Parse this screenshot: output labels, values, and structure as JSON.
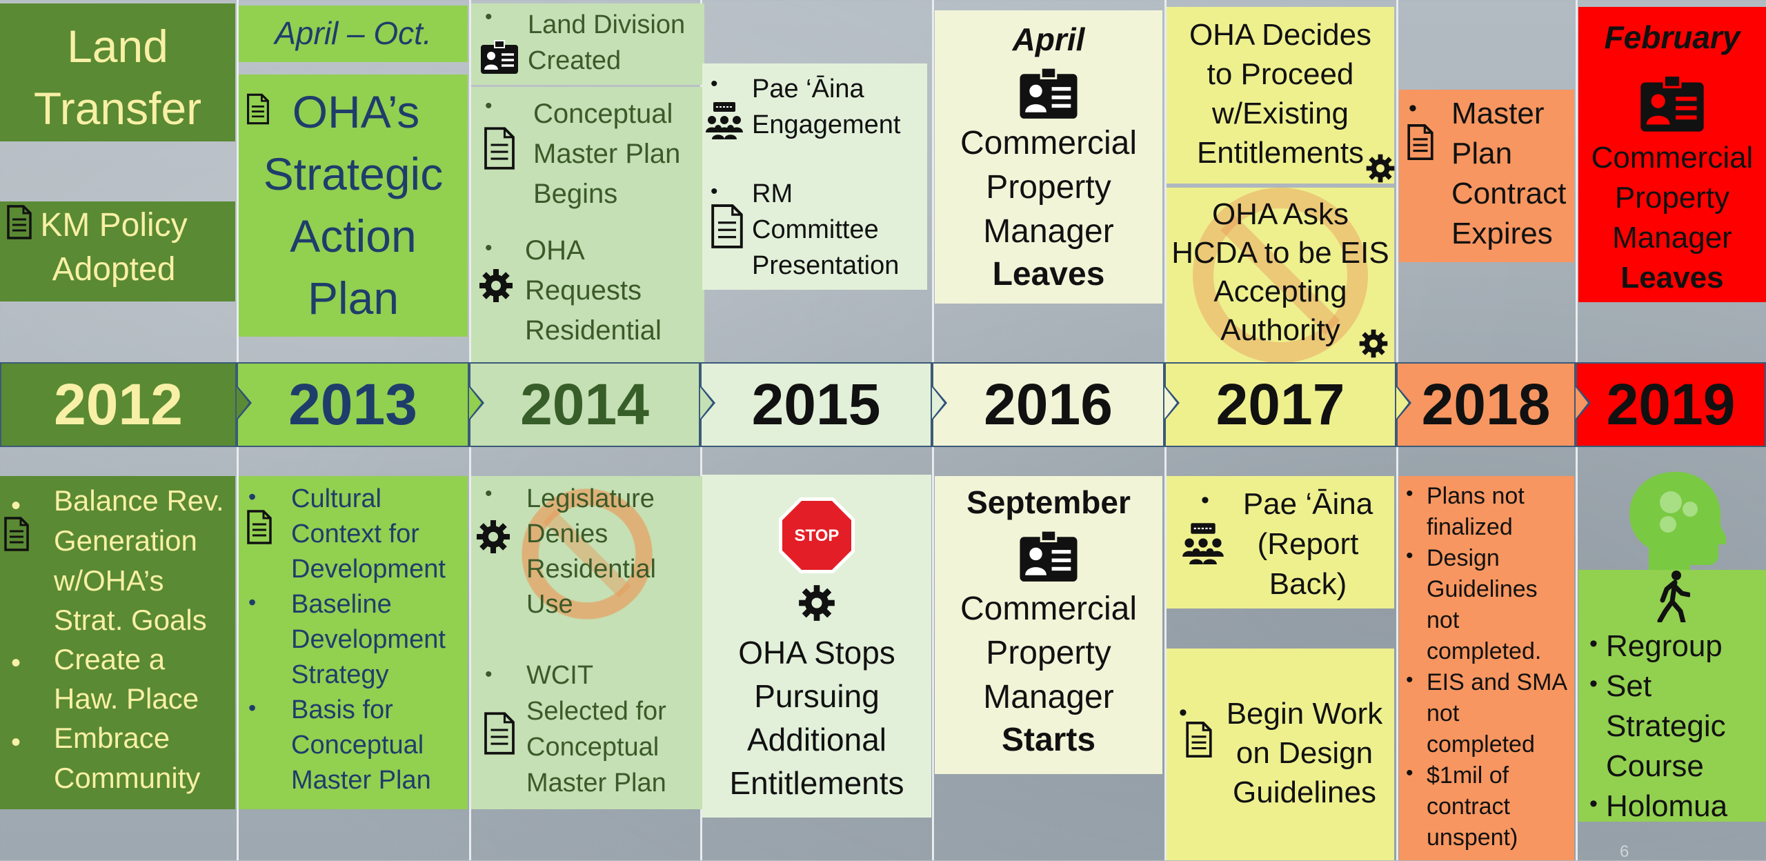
{
  "years": [
    "2012",
    "2013",
    "2014",
    "2015",
    "2016",
    "2017",
    "2018",
    "2019"
  ],
  "col2012": {
    "top_title_line1": "Land",
    "top_title_line2": "Transfer",
    "policy_line1": "KM Policy",
    "policy_line2": "Adopted",
    "bottom_items": [
      "Balance Rev.",
      "Generation",
      "w/OHA’s",
      "Strat. Goals",
      "Create a",
      "Haw. Place",
      "Embrace",
      "Community"
    ]
  },
  "col2013": {
    "period": "April – Oct.",
    "plan_lines": [
      "OHA’s",
      "Strategic",
      "Action",
      "Plan"
    ],
    "bottom_lines": [
      "Cultural",
      "Context for",
      "Development",
      "Baseline",
      "Development",
      "Strategy",
      "Basis for",
      "Conceptual",
      "Master Plan"
    ]
  },
  "col2014": {
    "item1": [
      "Land Division",
      "Created"
    ],
    "item2": [
      "Conceptual",
      "Master Plan",
      "Begins"
    ],
    "item3": [
      "OHA",
      "Requests",
      "Residential"
    ],
    "bottom1": [
      "Legislature",
      "Denies",
      "Residential",
      "Use"
    ],
    "bottom2": [
      "WCIT",
      "Selected for",
      "Conceptual",
      "Master Plan"
    ]
  },
  "col2015": {
    "item1": [
      "Pae ‘Āina",
      "Engagement"
    ],
    "item2": [
      "RM",
      "Committee",
      "Presentation"
    ],
    "stop_label": "STOP",
    "bottom_lines": [
      "OHA Stops",
      "Pursuing",
      "Additional",
      "Entitlements"
    ]
  },
  "col2016": {
    "top_month": "April",
    "top_lines": [
      "Commercial",
      "Property",
      "Manager"
    ],
    "top_bold": "Leaves",
    "bottom_month": "September",
    "bottom_lines": [
      "Commercial",
      "Property",
      "Manager"
    ],
    "bottom_bold": "Starts"
  },
  "col2017": {
    "top1": [
      "OHA Decides",
      "to Proceed",
      "w/Existing",
      "Entitlements"
    ],
    "top2": [
      "OHA Asks",
      "HCDA to be EIS",
      "Accepting",
      "Authority"
    ],
    "bottom1": [
      "Pae ‘Āina",
      "(Report",
      "Back)"
    ],
    "bottom2": [
      "Begin Work",
      "on Design",
      "Guidelines"
    ]
  },
  "col2018": {
    "top_lines": [
      "Master",
      "Plan",
      "Contract",
      "Expires"
    ],
    "bottom_lines": [
      "Plans not",
      "finalized",
      "Design",
      "Guidelines",
      "not",
      "completed.",
      "EIS and SMA",
      "not",
      "completed",
      "$1mil of",
      "contract",
      "unspent)"
    ]
  },
  "col2019": {
    "top_month": "February",
    "top_lines": [
      "Commercial",
      "Property",
      "Manager"
    ],
    "top_bold": "Leaves",
    "bottom_items": [
      "Regroup",
      "Set",
      "Strategic",
      "Course",
      "Holomua"
    ]
  },
  "page_number": "6",
  "colors": {
    "dark_green": "#5a8a33",
    "light_green": "#92d050",
    "pale_green": "#c5e0b4",
    "pale_mint": "#e2f0d9",
    "cream": "#f2f4d8",
    "yellow": "#eef08e",
    "orange": "#f79660",
    "red": "#ff0000",
    "navy": "#1f3d6b"
  }
}
